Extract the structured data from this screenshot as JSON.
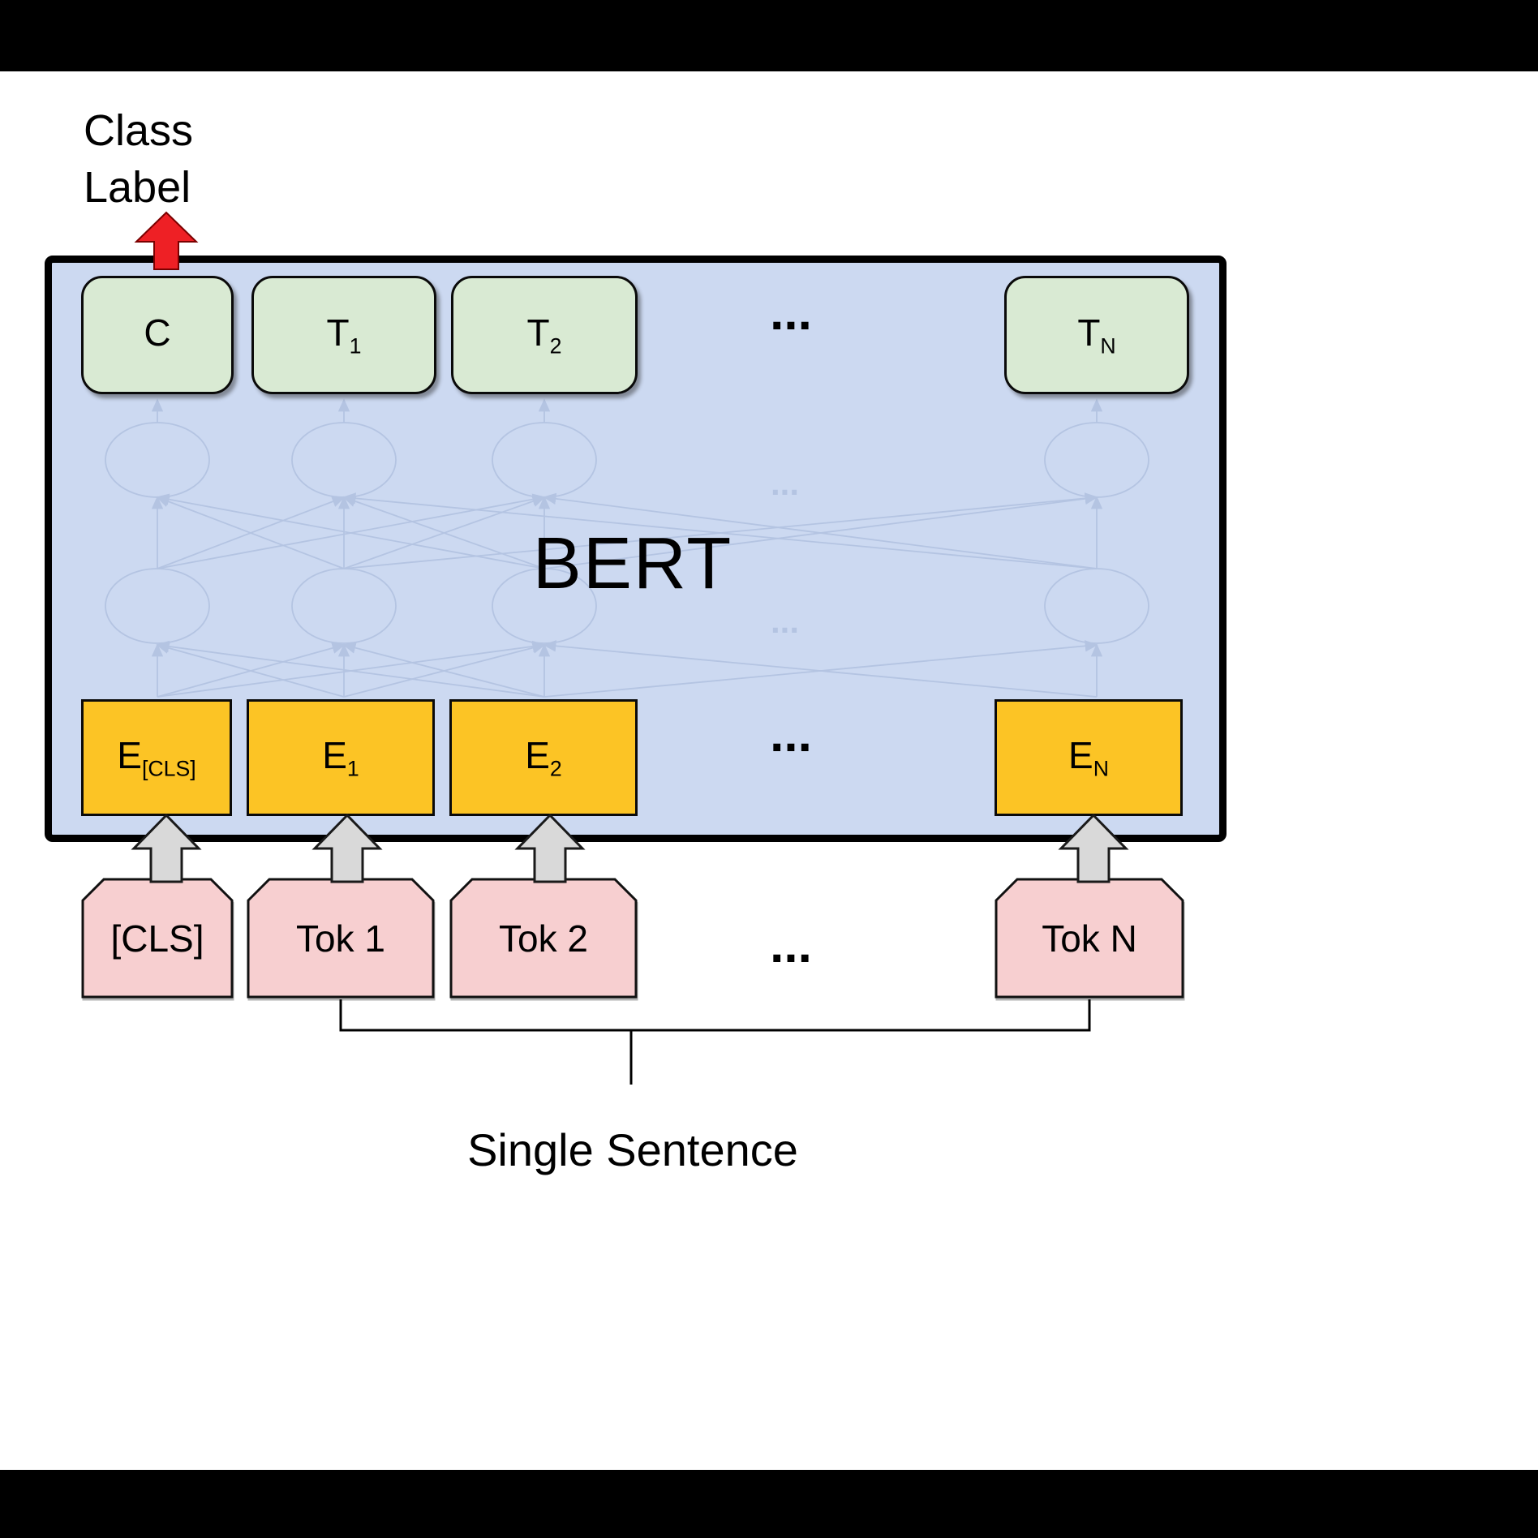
{
  "figure": {
    "class_label_line1": "Class",
    "class_label_line2": "Label",
    "bert_label": "BERT",
    "caption": "Single Sentence"
  },
  "outputs": {
    "c": {
      "base": "C",
      "sub": ""
    },
    "t1": {
      "base": "T",
      "sub": "1"
    },
    "t2": {
      "base": "T",
      "sub": "2"
    },
    "tn": {
      "base": "T",
      "sub": "N"
    },
    "ellipsis": "..."
  },
  "embeddings": {
    "cls": {
      "base": "E",
      "sub": "[CLS]"
    },
    "e1": {
      "base": "E",
      "sub": "1"
    },
    "e2": {
      "base": "E",
      "sub": "2"
    },
    "en": {
      "base": "E",
      "sub": "N"
    },
    "ellipsis": "..."
  },
  "tokens": {
    "cls": "[CLS]",
    "t1": "Tok 1",
    "t2": "Tok 2",
    "tn": "Tok N",
    "ellipsis": "..."
  },
  "network_ellipsis": "...",
  "colors": {
    "bert_fill": "#ccd9f1",
    "output_fill": "#d9ead3",
    "embedding_fill": "#fcc425",
    "token_fill": "#f7cfd0",
    "red_arrow": "#ee2025",
    "gray_arrow": "#d9d9d9",
    "network_stroke": "#b4c4e2"
  }
}
